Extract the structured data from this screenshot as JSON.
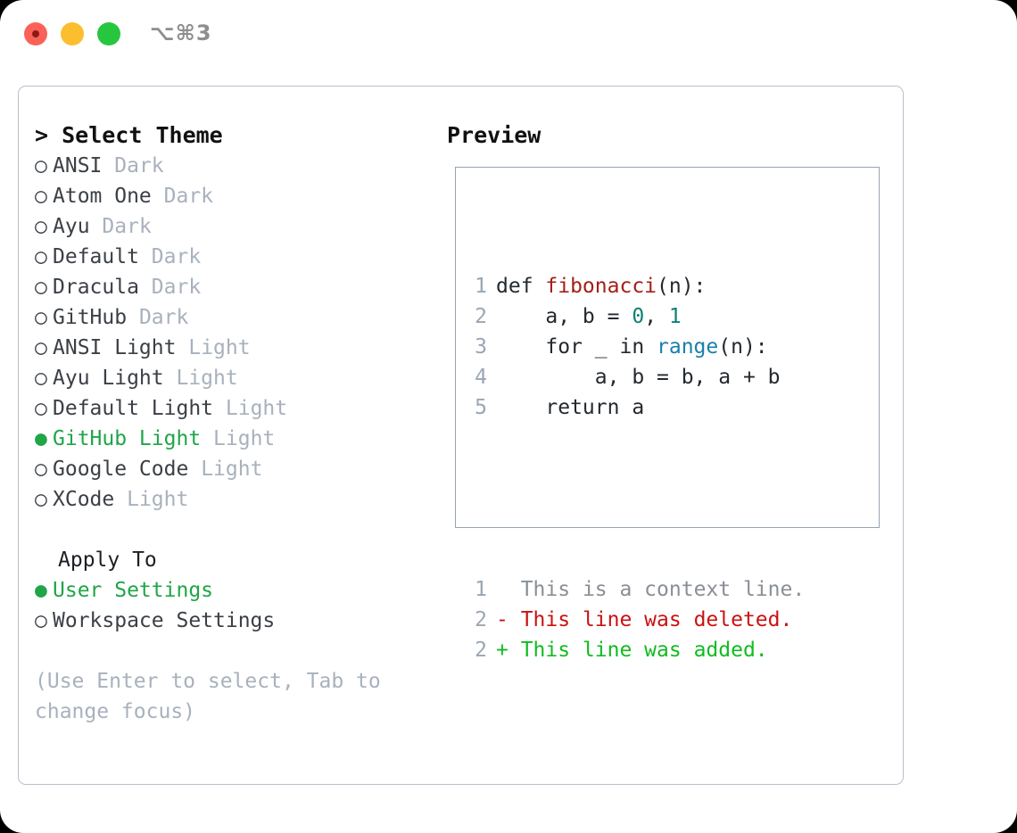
{
  "window": {
    "shortcut_label": "⌥⌘3",
    "traffic_lights": [
      {
        "name": "close",
        "color": "#fb6158"
      },
      {
        "name": "minimize",
        "color": "#fbbe2f"
      },
      {
        "name": "maximize",
        "color": "#27c63f"
      }
    ]
  },
  "theme_picker": {
    "header": "> Select Theme",
    "selected_bullet": "●",
    "unselected_bullet": "○",
    "accent_color": "#20a547",
    "items": [
      {
        "bullet": "○",
        "name": "ANSI",
        "category": "Dark",
        "selected": false
      },
      {
        "bullet": "○",
        "name": "Atom One",
        "category": "Dark",
        "selected": false
      },
      {
        "bullet": "○",
        "name": "Ayu",
        "category": "Dark",
        "selected": false
      },
      {
        "bullet": "○",
        "name": "Default",
        "category": "Dark",
        "selected": false
      },
      {
        "bullet": "○",
        "name": "Dracula",
        "category": "Dark",
        "selected": false
      },
      {
        "bullet": "○",
        "name": "GitHub",
        "category": "Dark",
        "selected": false
      },
      {
        "bullet": "○",
        "name": "ANSI Light",
        "category": "Light",
        "selected": false
      },
      {
        "bullet": "○",
        "name": "Ayu Light",
        "category": "Light",
        "selected": false
      },
      {
        "bullet": "○",
        "name": "Default Light",
        "category": "Light",
        "selected": false
      },
      {
        "bullet": "●",
        "name": "GitHub Light",
        "category": "Light",
        "selected": true
      },
      {
        "bullet": "○",
        "name": "Google Code",
        "category": "Light",
        "selected": false
      },
      {
        "bullet": "○",
        "name": "XCode",
        "category": "Light",
        "selected": false
      }
    ]
  },
  "apply_to": {
    "header": "Apply To",
    "items": [
      {
        "bullet": "●",
        "name": "User Settings",
        "selected": true
      },
      {
        "bullet": "○",
        "name": "Workspace Settings",
        "selected": false
      }
    ]
  },
  "hint": "(Use Enter to select, Tab to\nchange focus)",
  "preview": {
    "title": "Preview",
    "code_lines": [
      {
        "no": "1",
        "tokens": [
          {
            "t": "def ",
            "c": "plain"
          },
          {
            "t": "fibonacci",
            "c": "func"
          },
          {
            "t": "(n):",
            "c": "plain"
          }
        ]
      },
      {
        "no": "2",
        "tokens": [
          {
            "t": "    a, b = ",
            "c": "plain"
          },
          {
            "t": "0",
            "c": "num"
          },
          {
            "t": ", ",
            "c": "plain"
          },
          {
            "t": "1",
            "c": "num"
          }
        ]
      },
      {
        "no": "3",
        "tokens": [
          {
            "t": "    for _ in ",
            "c": "plain"
          },
          {
            "t": "range",
            "c": "call"
          },
          {
            "t": "(n):",
            "c": "plain"
          }
        ]
      },
      {
        "no": "4",
        "tokens": [
          {
            "t": "        a, b = b, a + b",
            "c": "plain"
          }
        ]
      },
      {
        "no": "5",
        "tokens": [
          {
            "t": "    return a",
            "c": "plain"
          }
        ]
      }
    ],
    "diff_lines": [
      {
        "no": "1",
        "marker": "  ",
        "text": "This is a context line.",
        "kind": "ctx"
      },
      {
        "no": "2",
        "marker": "- ",
        "text": "This line was deleted.",
        "kind": "del"
      },
      {
        "no": "2",
        "marker": "+ ",
        "text": "This line was added.",
        "kind": "add"
      }
    ]
  }
}
